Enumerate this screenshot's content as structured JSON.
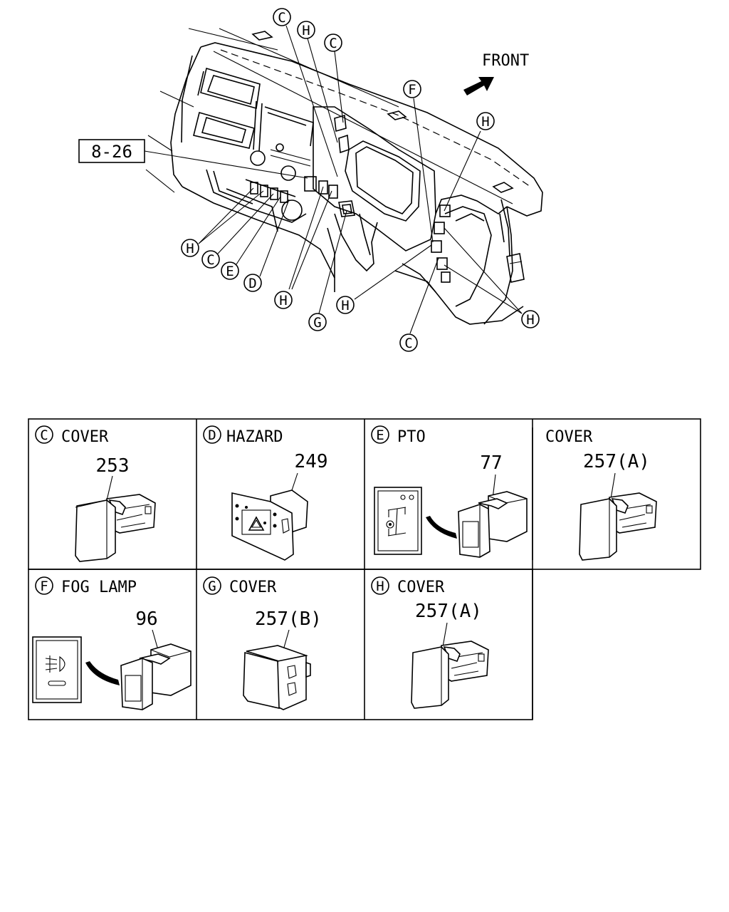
{
  "front_label": "FRONT",
  "ref_box": "8-26",
  "callouts": {
    "top_c1": "C",
    "top_h": "H",
    "top_c2": "C",
    "f": "F",
    "h_right_top": "H",
    "left_h": "H",
    "left_c": "C",
    "left_e": "E",
    "left_d": "D",
    "bottom_h1": "H",
    "bottom_g": "G",
    "bottom_h2": "H",
    "bottom_h3": "H",
    "bottom_c": "C"
  },
  "cells": {
    "c": {
      "letter": "C",
      "name": "COVER",
      "part": "253"
    },
    "d": {
      "letter": "D",
      "name": "HAZARD",
      "part": "249"
    },
    "e": {
      "letter": "E",
      "name": "PTO",
      "part": "77"
    },
    "e2": {
      "name": "COVER",
      "part": "257(A)"
    },
    "f": {
      "letter": "F",
      "name": "FOG LAMP",
      "part": "96"
    },
    "g": {
      "letter": "G",
      "name": "COVER",
      "part": "257(B)"
    },
    "h": {
      "letter": "H",
      "name": "COVER",
      "part": "257(A)"
    }
  }
}
